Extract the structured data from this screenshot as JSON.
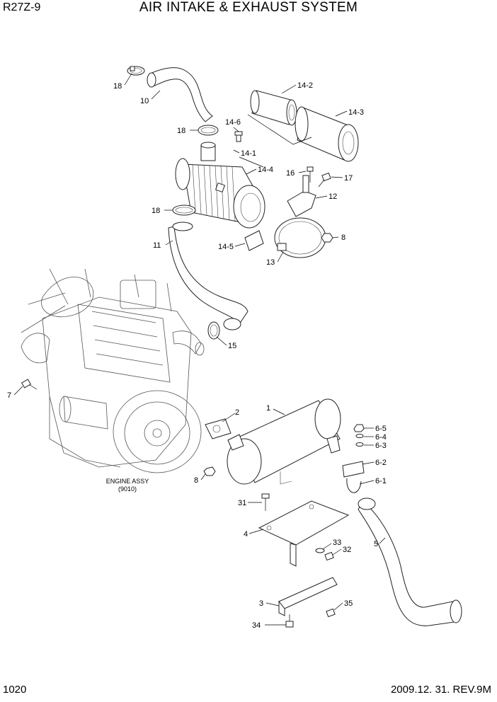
{
  "header": {
    "model": "R27Z-9",
    "title": "AIR INTAKE & EXHAUST SYSTEM"
  },
  "footer": {
    "page": "1020",
    "revision": "2009.12. 31. REV.9M"
  },
  "engine": {
    "label_line1": "ENGINE ASSY",
    "label_line2": "(9010)"
  },
  "callouts": {
    "c18a": "18",
    "c10": "10",
    "c14_2": "14-2",
    "c14_3": "14-3",
    "c14_6": "14-6",
    "c18b": "18",
    "c14_1": "14-1",
    "c14_4": "14-4",
    "c16": "16",
    "c17": "17",
    "c12": "12",
    "c18c": "18",
    "c8a": "8",
    "c11": "11",
    "c14_5": "14-5",
    "c13": "13",
    "c15": "15",
    "c7": "7",
    "c2": "2",
    "c1": "1",
    "c6_5": "6-5",
    "c6_4": "6-4",
    "c6_3": "6-3",
    "c6_2": "6-2",
    "c6_1": "6-1",
    "c8b": "8",
    "c31": "31",
    "c4": "4",
    "c33": "33",
    "c32": "32",
    "c5": "5",
    "c3": "3",
    "c35": "35",
    "c34": "34"
  }
}
